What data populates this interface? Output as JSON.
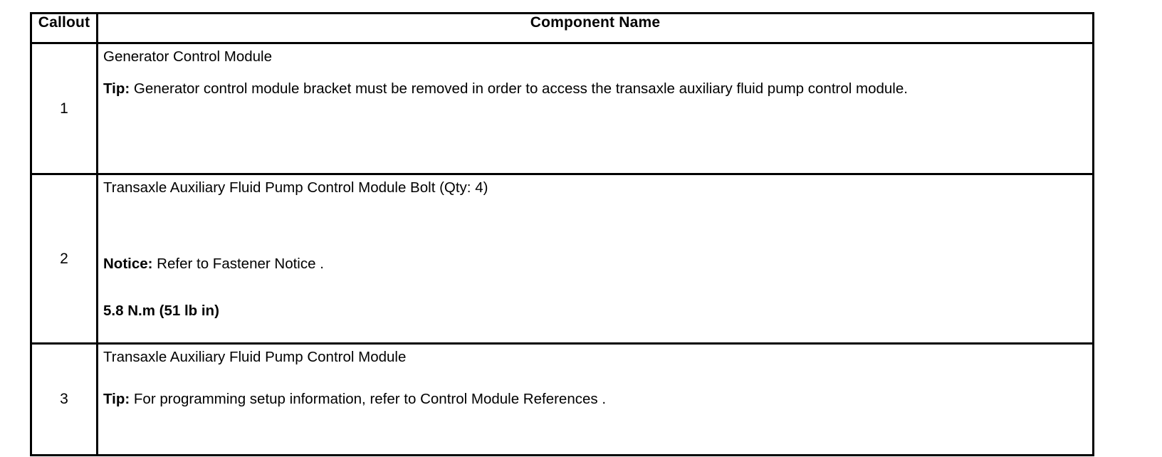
{
  "table": {
    "headers": {
      "callout": "Callout",
      "component_name": "Component Name"
    },
    "rows": [
      {
        "callout": "1",
        "title": "Generator Control Module",
        "tip_label": "Tip:",
        "tip_text": " Generator control module bracket must be removed in order to access the transaxle auxiliary fluid pump control module."
      },
      {
        "callout": "2",
        "title": "Transaxle Auxiliary Fluid Pump Control Module Bolt (Qty: 4)",
        "notice_label": "Notice:",
        "notice_text": " Refer to Fastener Notice .",
        "torque": "5.8 N.m (51 lb in)"
      },
      {
        "callout": "3",
        "title": "Transaxle Auxiliary Fluid Pump Control Module",
        "tip_label": "Tip:",
        "tip_text": " For programming setup information, refer to Control Module References ."
      }
    ]
  }
}
